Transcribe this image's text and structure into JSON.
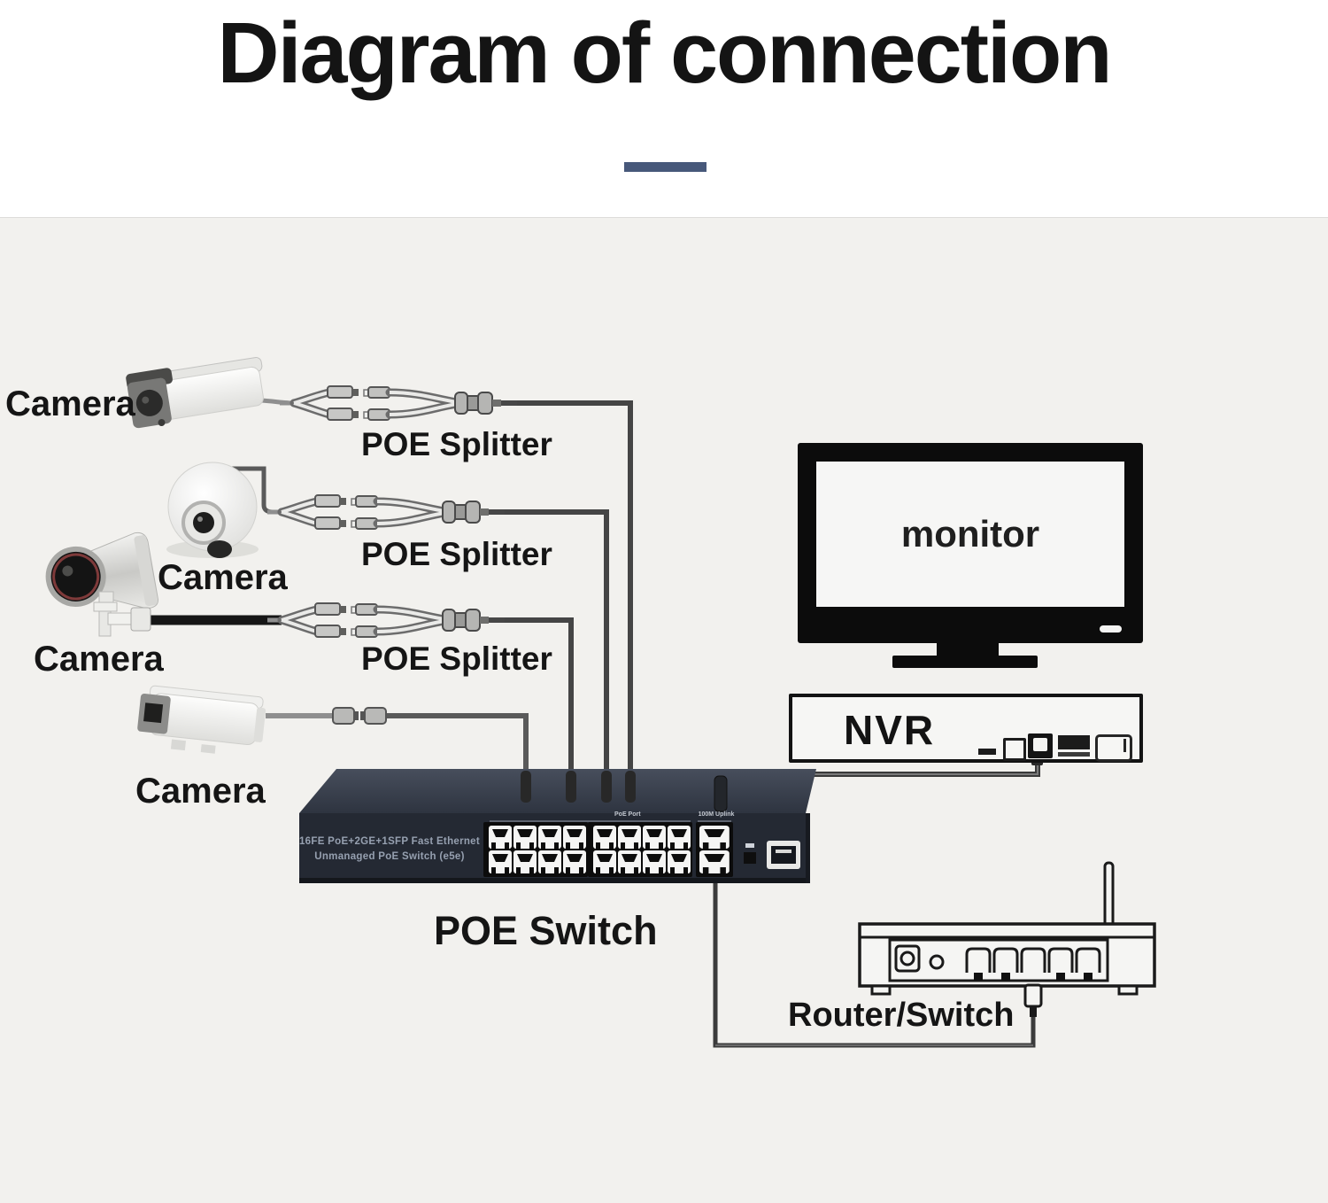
{
  "title": "Diagram of connection",
  "labels": {
    "cameras": [
      "Camera",
      "Camera",
      "Camera",
      "Camera"
    ],
    "splitters": [
      "POE Splitter",
      "POE Splitter",
      "POE Splitter"
    ],
    "poe_switch": "POE Switch",
    "monitor": "monitor",
    "nvr": "NVR",
    "router": "Router/Switch"
  },
  "poe_switch_panel": {
    "line1": "16FE PoE+2GE+1SFP Fast Ethernet",
    "line2": "Unmanaged PoE Switch (e5e)",
    "ports_caption": "PoE Port",
    "uplink_caption": "100M Uplink"
  },
  "colors": {
    "accent_dash": "#47587a",
    "board_bg": "#f2f1ee",
    "switch_front": "#242933",
    "switch_top": "#3e4552",
    "cable_dark": "#454545",
    "cable_light": "#8f8f8f"
  }
}
